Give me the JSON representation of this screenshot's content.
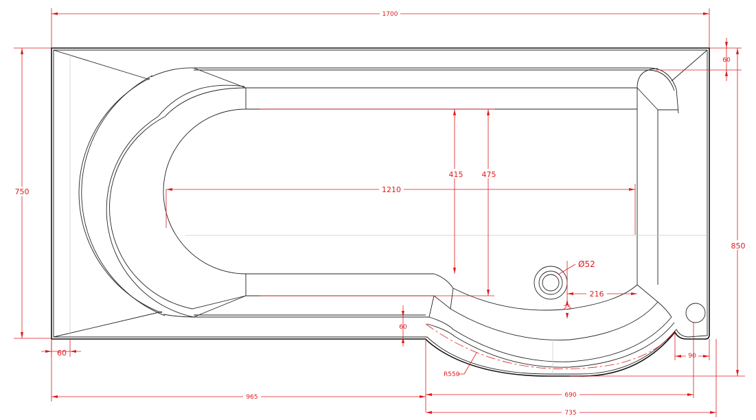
{
  "dimensions": {
    "overall_length": "1700",
    "overall_width": "750",
    "overall_width_shower_end": "850",
    "deck_top_right": "60",
    "deck_left": "60",
    "deck_step": "60",
    "inner_length": "1210",
    "inner_width_narrow": "415",
    "inner_width_wide": "475",
    "waste_diameter": "Ø52",
    "waste_offset_x": "216",
    "waste_offset_y": "25",
    "corner_offset": "90",
    "curve_radius": "R550",
    "bottom_left": "965",
    "bottom_mid": "690",
    "bottom_right": "735"
  },
  "colors": {
    "dimension": "#e0191b",
    "outline": "#111111"
  }
}
